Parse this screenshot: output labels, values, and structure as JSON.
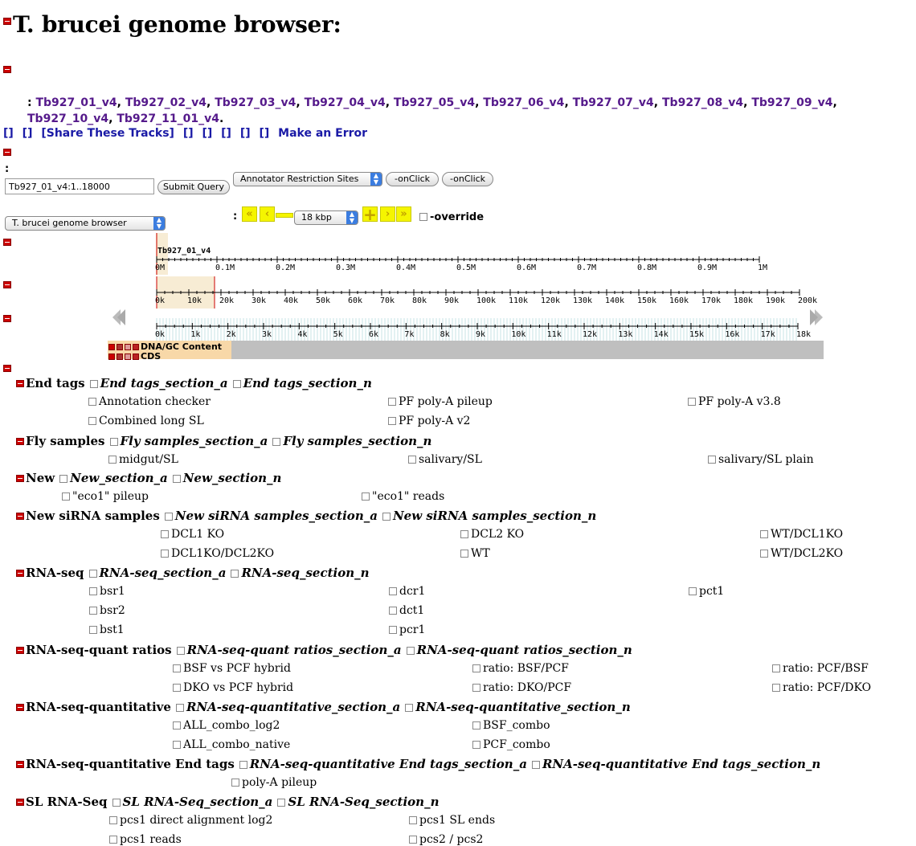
{
  "page": {
    "title": "T. brucei genome browser:"
  },
  "chrom_links": [
    "Tb927_01_v4",
    "Tb927_02_v4",
    "Tb927_03_v4",
    "Tb927_04_v4",
    "Tb927_05_v4",
    "Tb927_06_v4",
    "Tb927_07_v4",
    "Tb927_08_v4",
    "Tb927_09_v4",
    "Tb927_10_v4",
    "Tb927_11_01_v4"
  ],
  "link_row": {
    "share": "[Share These Tracks]",
    "error": "Make an Error",
    "bracket": "[]"
  },
  "query": {
    "landmark_value": "Tb927_01_v4:1..18000",
    "submit_label": "Submit Query",
    "plugin_select": "Annotator Restriction Sites",
    "onclick_1": "-onClick",
    "onclick_2": "-onClick"
  },
  "source_select": "T. brucei genome browser",
  "nav": {
    "zoom_value": "18 kbp",
    "override_label": "-override"
  },
  "overview": {
    "chrom_label": "Tb927_01_v4",
    "ticks": [
      "0M",
      "0.1M",
      "0.2M",
      "0.3M",
      "0.4M",
      "0.5M",
      "0.6M",
      "0.7M",
      "0.8M",
      "0.9M",
      "1M"
    ]
  },
  "region": {
    "ticks": [
      "0k",
      "10k",
      "20k",
      "30k",
      "40k",
      "50k",
      "60k",
      "70k",
      "80k",
      "90k",
      "100k",
      "110k",
      "120k",
      "130k",
      "140k",
      "150k",
      "160k",
      "170k",
      "180k",
      "190k",
      "200k"
    ]
  },
  "detail": {
    "ticks": [
      "0k",
      "1k",
      "2k",
      "3k",
      "4k",
      "5k",
      "6k",
      "7k",
      "8k",
      "9k",
      "10k",
      "11k",
      "12k",
      "13k",
      "14k",
      "15k",
      "16k",
      "17k",
      "18k"
    ]
  },
  "tracks_shown": [
    "DNA/GC Content",
    "CDS"
  ],
  "sections": [
    {
      "title": "End tags",
      "sub_a": "End tags_section_a",
      "sub_n": "End tags_section_n",
      "items": [
        "Annotation checker",
        "PF poly-A pileup",
        "PF poly-A v3.8",
        "Combined long SL",
        "PF poly-A v2"
      ]
    },
    {
      "title": "Fly samples",
      "sub_a": "Fly samples_section_a",
      "sub_n": "Fly samples_section_n",
      "items": [
        "midgut/SL",
        "salivary/SL",
        "salivary/SL plain"
      ]
    },
    {
      "title": "New",
      "sub_a": "New_section_a",
      "sub_n": "New_section_n",
      "items": [
        "\"eco1\" pileup",
        "\"eco1\" reads"
      ]
    },
    {
      "title": "New siRNA samples",
      "sub_a": "New siRNA samples_section_a",
      "sub_n": "New siRNA samples_section_n",
      "items": [
        "DCL1 KO",
        "DCL2 KO",
        "WT/DCL1KO",
        "DCL1KO/DCL2KO",
        "WT",
        "WT/DCL2KO"
      ]
    },
    {
      "title": "RNA-seq",
      "sub_a": "RNA-seq_section_a",
      "sub_n": "RNA-seq_section_n",
      "items": [
        "bsr1",
        "dcr1",
        "pct1",
        "bsr2",
        "dct1",
        "bst1",
        "pcr1"
      ]
    },
    {
      "title": "RNA-seq-quant ratios",
      "sub_a": "RNA-seq-quant ratios_section_a",
      "sub_n": "RNA-seq-quant ratios_section_n",
      "items": [
        "BSF vs PCF hybrid",
        "ratio: BSF/PCF",
        "ratio: PCF/BSF",
        "DKO vs PCF hybrid",
        "ratio: DKO/PCF",
        "ratio: PCF/DKO"
      ]
    },
    {
      "title": "RNA-seq-quantitative",
      "sub_a": "RNA-seq-quantitative_section_a",
      "sub_n": "RNA-seq-quantitative_section_n",
      "items": [
        "ALL_combo_log2",
        "BSF_combo",
        "ALL_combo_native",
        "PCF_combo"
      ]
    },
    {
      "title": "RNA-seq-quantitative End tags",
      "sub_a": "RNA-seq-quantitative End tags_section_a",
      "sub_n": "RNA-seq-quantitative End tags_section_n",
      "items": [
        "poly-A pileup"
      ]
    },
    {
      "title": "SL RNA-Seq",
      "sub_a": "SL RNA-Seq_section_a",
      "sub_n": "SL RNA-Seq_section_n",
      "items": [
        "pcs1 direct alignment log2",
        "pcs1 SL ends",
        "pcs1 reads",
        "pcs2 / pcs2"
      ]
    }
  ]
}
